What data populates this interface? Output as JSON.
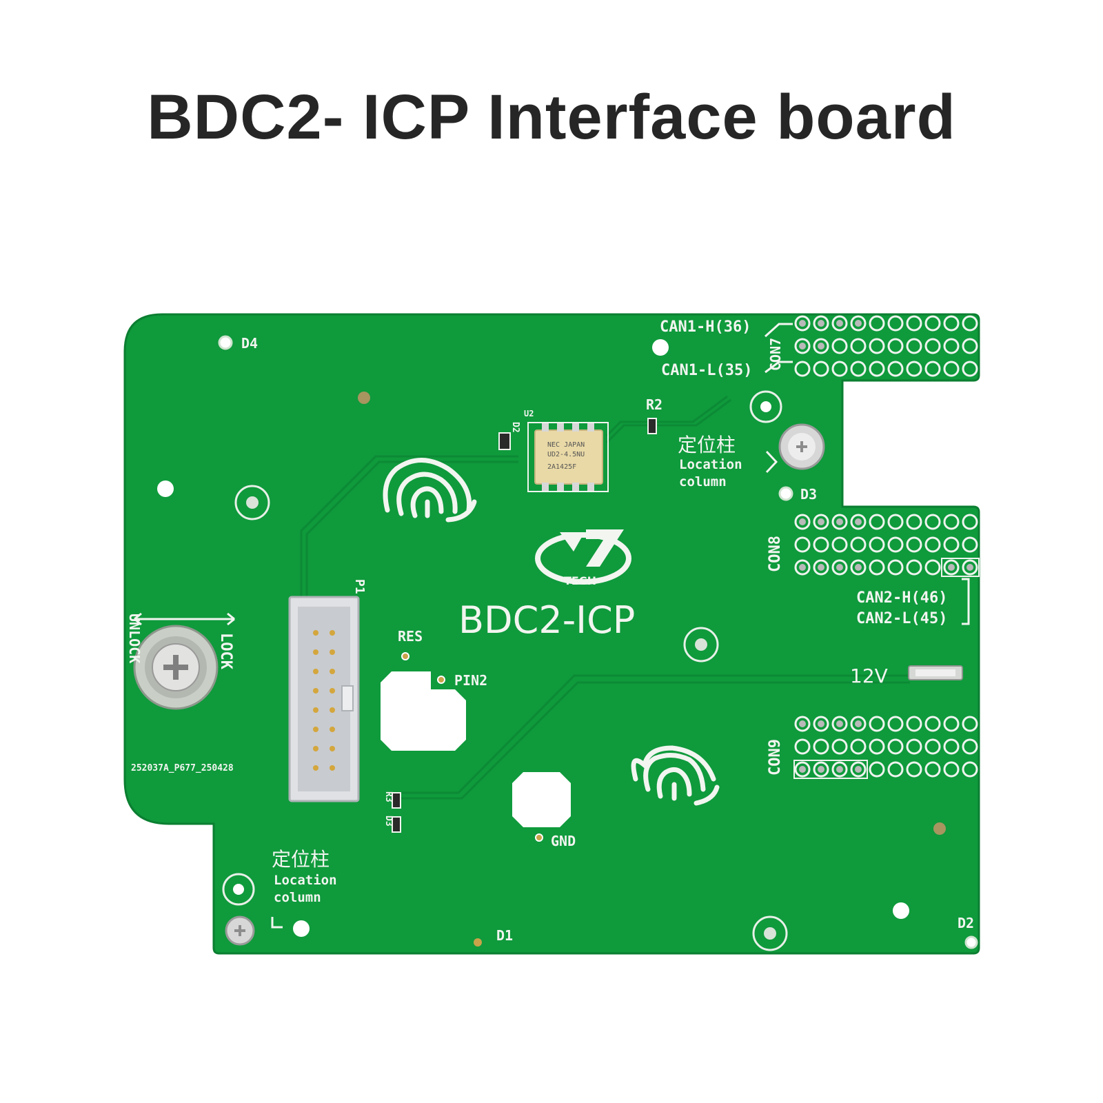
{
  "heading": "BDC2- ICP Interface board",
  "board": {
    "name": "BDC2-ICP",
    "brand": "TECH",
    "serial": "252037A_P677_250428",
    "can1_h": "CAN1-H(36)",
    "can1_l": "CAN1-L(35)",
    "can2_h": "CAN2-H(46)",
    "can2_l": "CAN2-L(45)",
    "con7": "CON7",
    "con8": "CON8",
    "con9": "CON9",
    "p1": "P1",
    "u2": "U2",
    "r2": "R2",
    "r3": "R3",
    "d1": "D1",
    "d2": "D2",
    "d3": "D3",
    "d4": "D4",
    "res": "RES",
    "pin2": "PIN2",
    "gnd": "GND",
    "v12": "12V",
    "lock": "LOCK",
    "unlock": "UNLOCK",
    "location_cn": "定位柱",
    "location_line1": "Location",
    "location_line2": "column",
    "relay_line1": "NEC JAPAN",
    "relay_line2": "UD2-4.5NU",
    "relay_line3": "2A1425F"
  },
  "colors": {
    "pcb": "#0f9a3c",
    "silkscreen": "#f2f5f0",
    "heading": "#262626",
    "relay": "#e9d9a6"
  }
}
